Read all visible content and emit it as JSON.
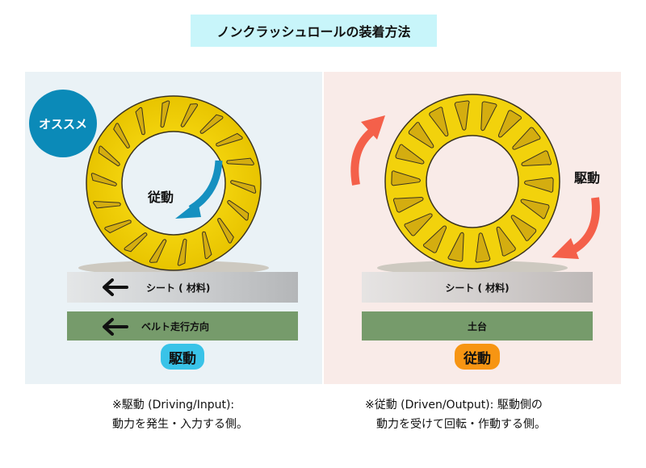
{
  "title": "ノンクラッシュロールの装着方法",
  "left_panel": {
    "recommend_badge": "オススメ",
    "inner_label": "従動",
    "sheet_label": "シート ( 材料)",
    "belt_label": "ベルト走行方向",
    "role_badge": "駆動",
    "colors": {
      "background": "#eaf2f6",
      "arrow": "#1590c0",
      "badge": "#39c3e8",
      "recommend": "#0b8ab8"
    }
  },
  "right_panel": {
    "side_label": "駆動",
    "sheet_label": "シート ( 材料)",
    "base_label": "土台",
    "role_badge": "従動",
    "colors": {
      "background": "#f9ebe8",
      "arrow": "#f4604a",
      "badge": "#f79513"
    }
  },
  "notes": {
    "left_line1": "※駆動 (Driving/Input):",
    "left_line2": "動力を発生・入力する側。",
    "right_line1": "※従動 (Driven/Output): 駆動側の",
    "right_line2": "動力を受けて回転・作動する側。"
  }
}
